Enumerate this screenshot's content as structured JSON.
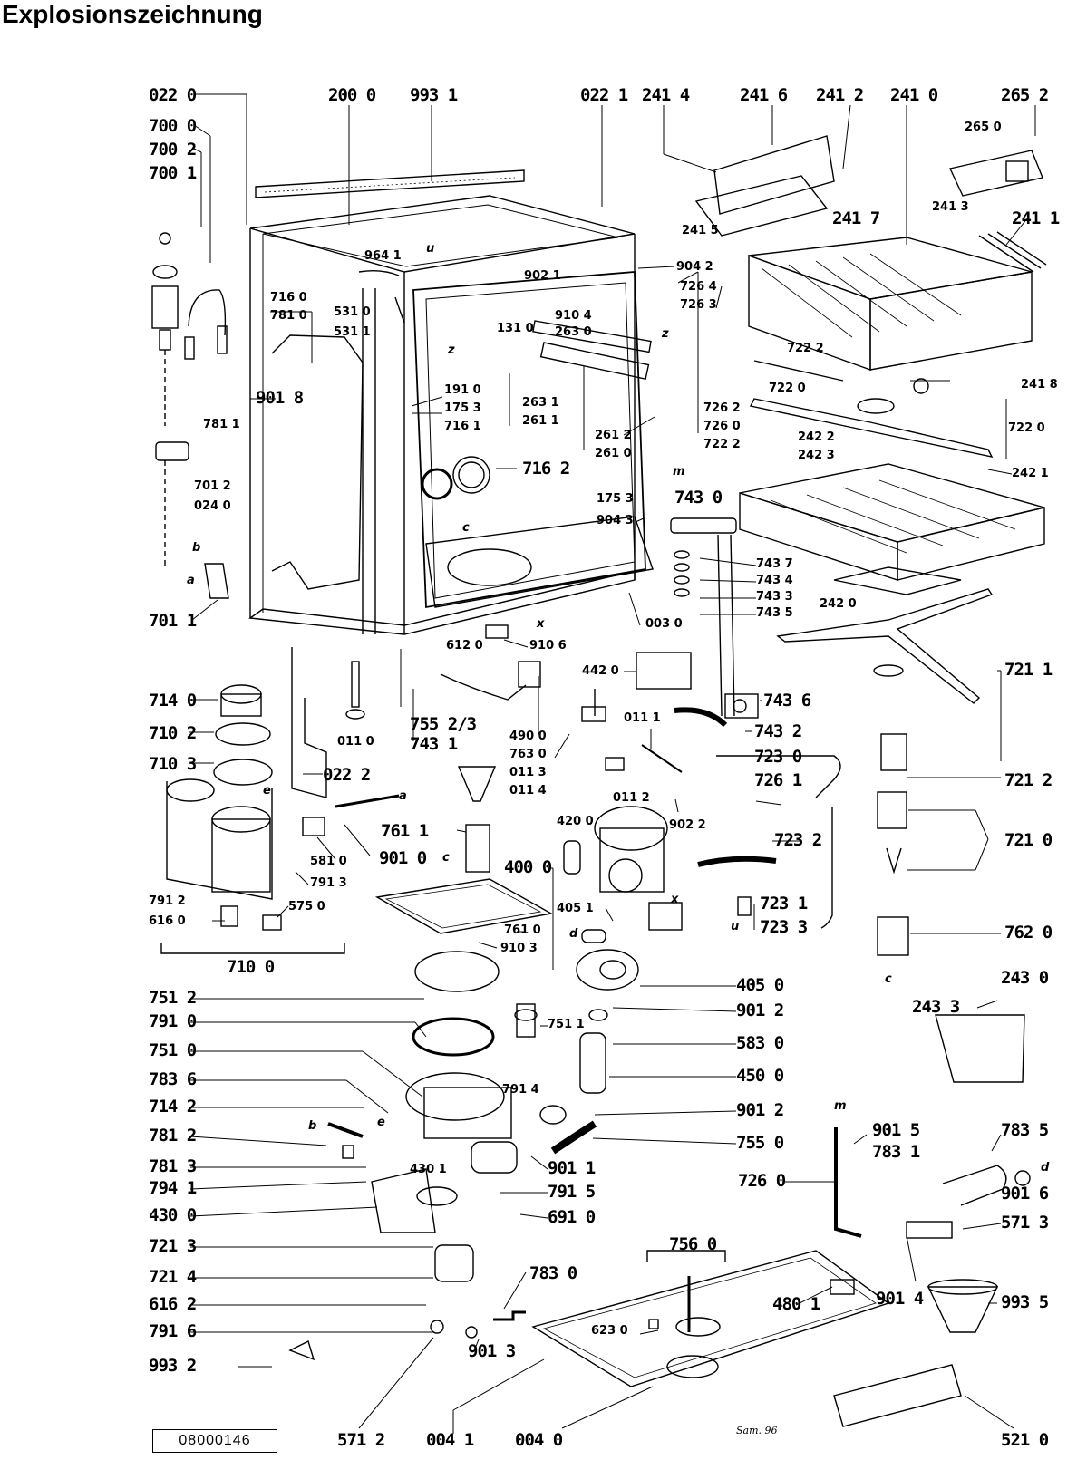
{
  "title": "Explosionszeichnung",
  "document_id": "08000146",
  "signature": "Sam. 96",
  "callouts": [
    {
      "id": "l0220",
      "text": "022 0"
    },
    {
      "id": "l7000",
      "text": "700 0"
    },
    {
      "id": "l7002",
      "text": "700 2"
    },
    {
      "id": "l7001",
      "text": "700 1"
    },
    {
      "id": "l2000",
      "text": "200 0"
    },
    {
      "id": "l9931",
      "text": "993 1"
    },
    {
      "id": "l0221",
      "text": "022 1"
    },
    {
      "id": "l2414",
      "text": "241 4"
    },
    {
      "id": "l2416",
      "text": "241 6"
    },
    {
      "id": "l2412",
      "text": "241 2"
    },
    {
      "id": "l2410",
      "text": "241 0"
    },
    {
      "id": "l2652",
      "text": "265 2"
    },
    {
      "id": "l2650",
      "text": "265 0"
    },
    {
      "id": "l2415",
      "text": "241 5"
    },
    {
      "id": "l2417",
      "text": "241 7"
    },
    {
      "id": "l2413",
      "text": "241 3"
    },
    {
      "id": "l2411",
      "text": "241 1"
    },
    {
      "id": "l9641",
      "text": "964 1"
    },
    {
      "id": "l9021",
      "text": "902 1"
    },
    {
      "id": "l9042",
      "text": "904 2"
    },
    {
      "id": "l7264",
      "text": "726 4"
    },
    {
      "id": "l7263",
      "text": "726 3"
    },
    {
      "id": "l7160",
      "text": "716 0"
    },
    {
      "id": "l7810",
      "text": "781 0"
    },
    {
      "id": "l5310",
      "text": "531 0"
    },
    {
      "id": "l5311",
      "text": "531 1"
    },
    {
      "id": "l1310",
      "text": "131 0"
    },
    {
      "id": "l9104",
      "text": "910 4"
    },
    {
      "id": "l2630",
      "text": "263 0"
    },
    {
      "id": "l7222",
      "text": "722 2"
    },
    {
      "id": "l2418",
      "text": "241 8"
    },
    {
      "id": "l7220",
      "text": "722 0"
    },
    {
      "id": "l7220r",
      "text": "722 0"
    },
    {
      "id": "l9018",
      "text": "901 8"
    },
    {
      "id": "l1910",
      "text": "191 0"
    },
    {
      "id": "l1753",
      "text": "175 3"
    },
    {
      "id": "l7161",
      "text": "716 1"
    },
    {
      "id": "l2631",
      "text": "263 1"
    },
    {
      "id": "l2611",
      "text": "261 1"
    },
    {
      "id": "l7262",
      "text": "726 2"
    },
    {
      "id": "l7260",
      "text": "726 0"
    },
    {
      "id": "l7222b",
      "text": "722 2"
    },
    {
      "id": "l7811",
      "text": "781 1"
    },
    {
      "id": "l2612",
      "text": "261 2"
    },
    {
      "id": "l2610",
      "text": "261 0"
    },
    {
      "id": "l2422",
      "text": "242 2"
    },
    {
      "id": "l2423",
      "text": "242 3"
    },
    {
      "id": "l2421",
      "text": "242 1"
    },
    {
      "id": "l7012",
      "text": "701 2"
    },
    {
      "id": "l0240",
      "text": "024 0"
    },
    {
      "id": "l7162",
      "text": "716 2"
    },
    {
      "id": "l1753b",
      "text": "175 3"
    },
    {
      "id": "l9043",
      "text": "904 3"
    },
    {
      "id": "l7430",
      "text": "743 0"
    },
    {
      "id": "l7437",
      "text": "743 7"
    },
    {
      "id": "l7434",
      "text": "743 4"
    },
    {
      "id": "l7433",
      "text": "743 3"
    },
    {
      "id": "l7435",
      "text": "743 5"
    },
    {
      "id": "l2420",
      "text": "242 0"
    },
    {
      "id": "l7011",
      "text": "701 1"
    },
    {
      "id": "l0030",
      "text": "003 0"
    },
    {
      "id": "l6120",
      "text": "612 0"
    },
    {
      "id": "l9106",
      "text": "910 6"
    },
    {
      "id": "l4420",
      "text": "442 0"
    },
    {
      "id": "l7211",
      "text": "721 1"
    },
    {
      "id": "l7140",
      "text": "714 0"
    },
    {
      "id": "l7102",
      "text": "710 2"
    },
    {
      "id": "l7103",
      "text": "710 3"
    },
    {
      "id": "l0110",
      "text": "011 0"
    },
    {
      "id": "l7552",
      "text": "755 2/3"
    },
    {
      "id": "l7431",
      "text": "743 1"
    },
    {
      "id": "l4900",
      "text": "490 0"
    },
    {
      "id": "l7630",
      "text": "763 0"
    },
    {
      "id": "l0113",
      "text": "011 3"
    },
    {
      "id": "l0114",
      "text": "011 4"
    },
    {
      "id": "l0111",
      "text": "011 1"
    },
    {
      "id": "l7436",
      "text": "743 6"
    },
    {
      "id": "l7432",
      "text": "743 2"
    },
    {
      "id": "l7230",
      "text": "723 0"
    },
    {
      "id": "l7261",
      "text": "726 1"
    },
    {
      "id": "l7212",
      "text": "721 2"
    },
    {
      "id": "l0222",
      "text": "022 2"
    },
    {
      "id": "l0112",
      "text": "011 2"
    },
    {
      "id": "l9022",
      "text": "902 2"
    },
    {
      "id": "l7611",
      "text": "761 1"
    },
    {
      "id": "l4200",
      "text": "420 0"
    },
    {
      "id": "l9010",
      "text": "901 0"
    },
    {
      "id": "l5810",
      "text": "581 0"
    },
    {
      "id": "l7913",
      "text": "791 3"
    },
    {
      "id": "l5750",
      "text": "575 0"
    },
    {
      "id": "l7912",
      "text": "791 2"
    },
    {
      "id": "l6160",
      "text": "616 0"
    },
    {
      "id": "l7100",
      "text": "710 0"
    },
    {
      "id": "l4000",
      "text": "400 0"
    },
    {
      "id": "l7232",
      "text": "723 2"
    },
    {
      "id": "l7210",
      "text": "721 0"
    },
    {
      "id": "l4051",
      "text": "405 1"
    },
    {
      "id": "l7231",
      "text": "723 1"
    },
    {
      "id": "l7233",
      "text": "723 3"
    },
    {
      "id": "l7620",
      "text": "762 0"
    },
    {
      "id": "l7610",
      "text": "761 0"
    },
    {
      "id": "l9103",
      "text": "910 3"
    },
    {
      "id": "l7512",
      "text": "751 2"
    },
    {
      "id": "l4050",
      "text": "405 0"
    },
    {
      "id": "l2430",
      "text": "243 0"
    },
    {
      "id": "l2433",
      "text": "243 3"
    },
    {
      "id": "l7910",
      "text": "791 0"
    },
    {
      "id": "l9012",
      "text": "901 2"
    },
    {
      "id": "l7511",
      "text": "751 1"
    },
    {
      "id": "l7510",
      "text": "751 0"
    },
    {
      "id": "l5830",
      "text": "583 0"
    },
    {
      "id": "l7836",
      "text": "783 6"
    },
    {
      "id": "l4500",
      "text": "450 0"
    },
    {
      "id": "l7914",
      "text": "791 4"
    },
    {
      "id": "l7142",
      "text": "714 2"
    },
    {
      "id": "l9012b",
      "text": "901 2"
    },
    {
      "id": "l9015",
      "text": "901 5"
    },
    {
      "id": "l7835",
      "text": "783 5"
    },
    {
      "id": "l7812",
      "text": "781 2"
    },
    {
      "id": "l7550",
      "text": "755 0"
    },
    {
      "id": "l7831",
      "text": "783 1"
    },
    {
      "id": "l7813",
      "text": "781 3"
    },
    {
      "id": "l4301",
      "text": "430 1"
    },
    {
      "id": "l9011",
      "text": "901 1"
    },
    {
      "id": "l7260b",
      "text": "726 0"
    },
    {
      "id": "l7941",
      "text": "794 1"
    },
    {
      "id": "l7915",
      "text": "791 5"
    },
    {
      "id": "l9016",
      "text": "901 6"
    },
    {
      "id": "l4300",
      "text": "430 0"
    },
    {
      "id": "l6910",
      "text": "691 0"
    },
    {
      "id": "l5713",
      "text": "571 3"
    },
    {
      "id": "l7213",
      "text": "721 3"
    },
    {
      "id": "l7560",
      "text": "756 0"
    },
    {
      "id": "l7214",
      "text": "721 4"
    },
    {
      "id": "l7830",
      "text": "783 0"
    },
    {
      "id": "l4801",
      "text": "480 1"
    },
    {
      "id": "l9014",
      "text": "901 4"
    },
    {
      "id": "l9935",
      "text": "993 5"
    },
    {
      "id": "l6162",
      "text": "616 2"
    },
    {
      "id": "l6230",
      "text": "623 0"
    },
    {
      "id": "l7916",
      "text": "791 6"
    },
    {
      "id": "l9013",
      "text": "901 3"
    },
    {
      "id": "l9932",
      "text": "993 2"
    },
    {
      "id": "l5712",
      "text": "571 2"
    },
    {
      "id": "l0041",
      "text": "004 1"
    },
    {
      "id": "l0040",
      "text": "004 0"
    },
    {
      "id": "l5210",
      "text": "521 0"
    }
  ],
  "markers": [
    "u",
    "z",
    "z",
    "c",
    "x",
    "b",
    "a",
    "m",
    "e",
    "a",
    "c",
    "d",
    "x",
    "c",
    "u",
    "b",
    "e",
    "m",
    "d"
  ]
}
